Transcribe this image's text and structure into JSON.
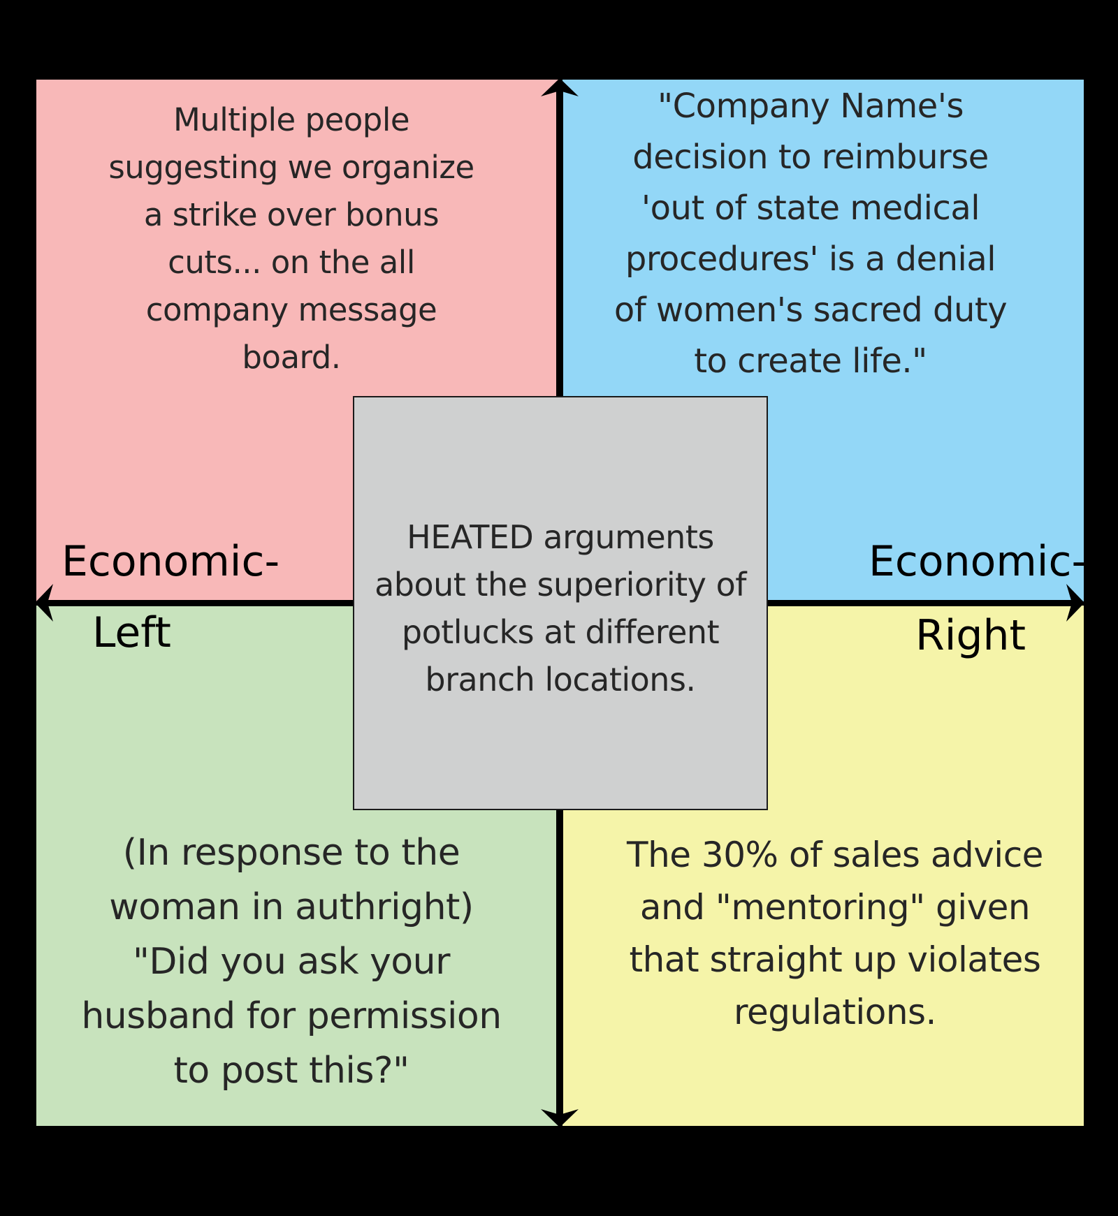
{
  "quadrants": {
    "top_left": {
      "text": "Multiple people\nsuggesting we organize\na strike over bonus\ncuts... on the all\ncompany message\nboard.",
      "color": "#f8b8b8"
    },
    "top_right": {
      "text": "\"Company Name's\ndecision to reimburse\n'out of state medical\nprocedures' is a denial\nof women's sacred duty\nto create life.\"",
      "color": "#93d7f7"
    },
    "bottom_left": {
      "text": "(In response to the\nwoman in authright)\n\"Did you ask your\nhusband for permission\nto post this?\"",
      "color": "#c8e3bd"
    },
    "bottom_right": {
      "text": "The 30% of sales advice\nand \"mentoring\" given\nthat straight up violates\nregulations.",
      "color": "#f5f4a9"
    }
  },
  "center": {
    "text": "HEATED arguments\nabout the superiority of\npotlucks at different\nbranch locations.",
    "color": "#cfd0d0"
  },
  "axis_labels": {
    "left_line1": "Economic-",
    "left_line2": "Left",
    "right_line1": "Economic-",
    "right_line2": "Right"
  },
  "colors": {
    "background": "#000000",
    "text": "#262626"
  }
}
